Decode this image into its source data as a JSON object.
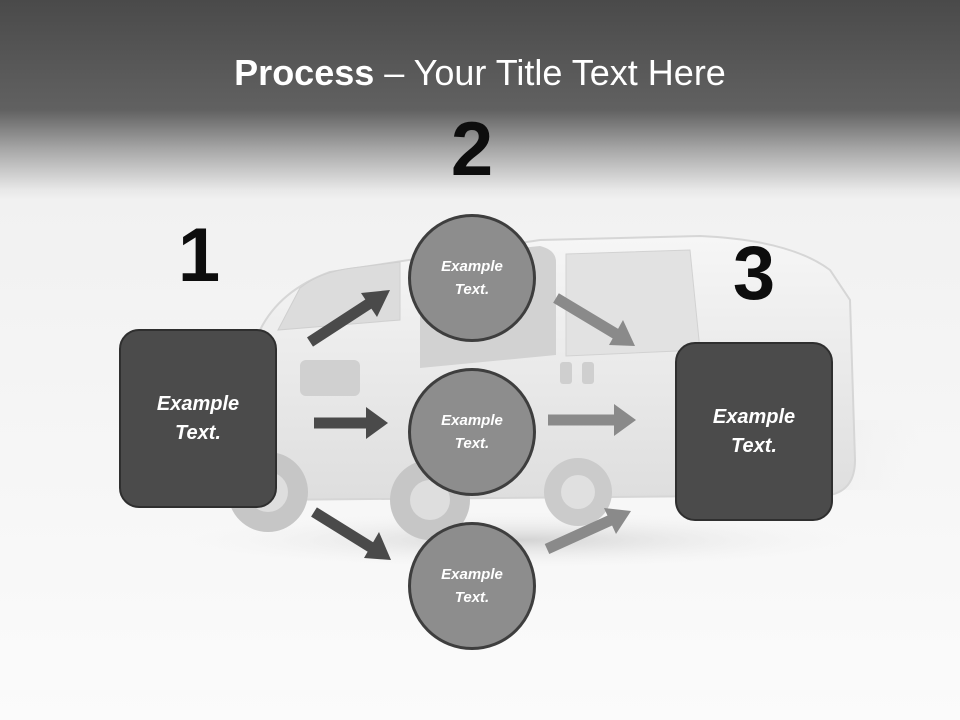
{
  "title": {
    "bold": "Process",
    "rest": " – Your Title Text Here"
  },
  "steps": [
    {
      "number": "1",
      "line1": "Example",
      "line2": "Text."
    },
    {
      "number": "2"
    },
    {
      "number": "3",
      "line1": "Example",
      "line2": "Text."
    }
  ],
  "circles": [
    {
      "line1": "Example",
      "line2": "Text."
    },
    {
      "line1": "Example",
      "line2": "Text."
    },
    {
      "line1": "Example",
      "line2": "Text."
    }
  ],
  "colors": {
    "box_fill": "#4b4b4b",
    "circle_fill": "#8d8d8d",
    "arrow_dark": "#4a4a4a",
    "arrow_light": "#8a8a8a",
    "header": "#4a4a4a"
  }
}
